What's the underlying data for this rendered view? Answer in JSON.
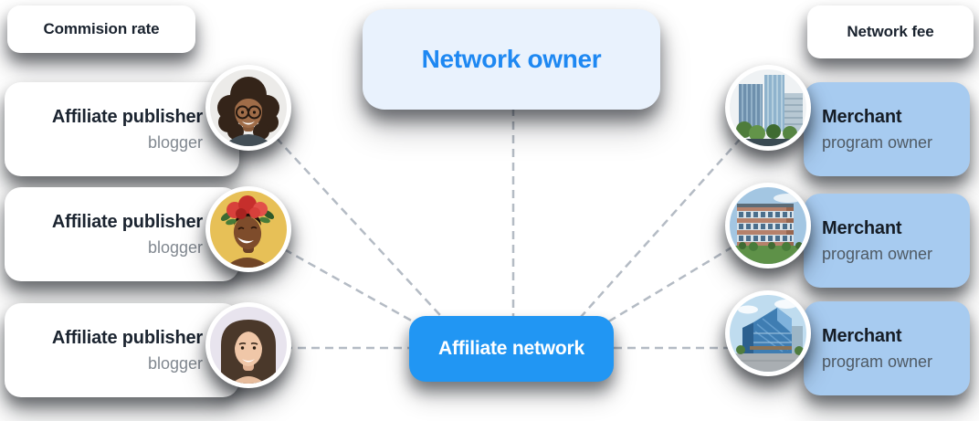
{
  "diagram": {
    "left_badge": "Commision rate",
    "right_badge": "Network fee",
    "top_node": "Network owner",
    "center_node": "Affiliate network",
    "publishers": [
      {
        "title": "Affiliate publisher",
        "subtitle": "blogger",
        "avatar": "woman-curly-hair-glasses"
      },
      {
        "title": "Affiliate publisher",
        "subtitle": "blogger",
        "avatar": "person-red-flower-crown"
      },
      {
        "title": "Affiliate publisher",
        "subtitle": "blogger",
        "avatar": "woman-long-brown-hair"
      }
    ],
    "merchants": [
      {
        "title": "Merchant",
        "subtitle": "program owner",
        "photo": "glass-highrise-with-trees"
      },
      {
        "title": "Merchant",
        "subtitle": "program owner",
        "photo": "brick-office-building"
      },
      {
        "title": "Merchant",
        "subtitle": "program owner",
        "photo": "angular-glass-building"
      }
    ],
    "connections": [
      "affiliate-network — network-owner",
      "affiliate-network — publisher-1",
      "affiliate-network — publisher-2",
      "affiliate-network — publisher-3",
      "affiliate-network — merchant-1",
      "affiliate-network — merchant-2",
      "affiliate-network — merchant-3"
    ],
    "colors": {
      "accent_blue_text": "#1E88F2",
      "owner_card_bg": "#E9F2FD",
      "network_node_bg": "#2196F3",
      "merchant_card_bg": "#A7CBF0",
      "title_dark": "#1B2430",
      "publisher_muted": "#818890",
      "merchant_muted": "#4F5A64",
      "connector_gray": "#B4BBC4",
      "card_white": "#FFFFFF"
    }
  }
}
